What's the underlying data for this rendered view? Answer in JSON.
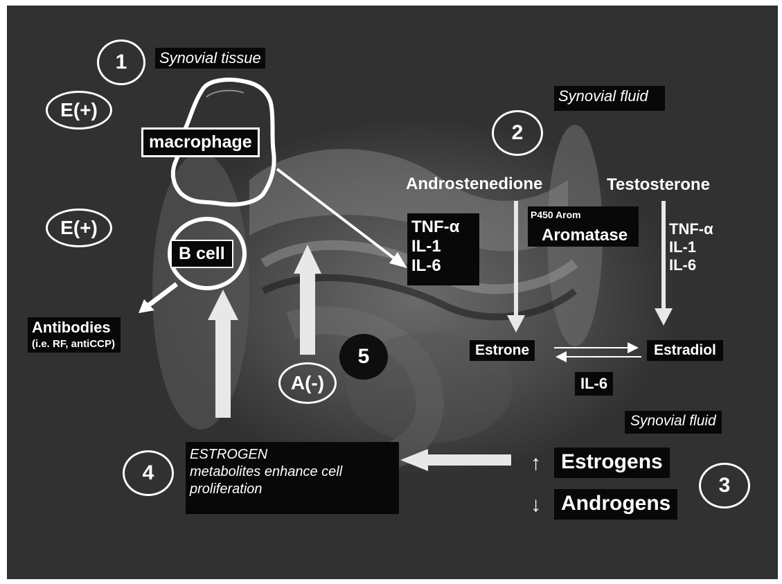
{
  "labels": {
    "num1": "1",
    "synovial_tissue": "Synovial tissue",
    "synovial_fluid_top": "Synovial fluid",
    "num2": "2",
    "e_plus_top": "E(+)",
    "e_plus_mid": "E(+)",
    "macrophage": "macrophage",
    "androstenedione": "Androstenedione",
    "testosterone": "Testosterone",
    "p450_arom": "P450 Arom",
    "aromatase": "Aromatase",
    "b_cell": "B cell",
    "cytokines_left": [
      "TNF-α",
      "IL-1",
      "IL-6"
    ],
    "cytokines_right": [
      "TNF-α",
      "IL-1",
      "IL-6"
    ],
    "antibodies": "Antibodies",
    "antibodies_note": "(i.e. RF, antiCCP)",
    "estrone": "Estrone",
    "estradiol": "Estradiol",
    "num5": "5",
    "a_minus": "A(-)",
    "il6_bottom": "IL-6",
    "synovial_fluid_bottom": "Synovial fluid",
    "num4": "4",
    "estrogen_note": [
      "ESTROGEN",
      "metabolites enhance cell",
      "proliferation"
    ],
    "estrogens": "Estrogens",
    "androgens": "Androgens",
    "num3": "3",
    "up_arrow": "↑",
    "down_arrow": "↓"
  },
  "colors": {
    "background": "#313131",
    "label_box": "#080808",
    "text": "#ffffff"
  }
}
